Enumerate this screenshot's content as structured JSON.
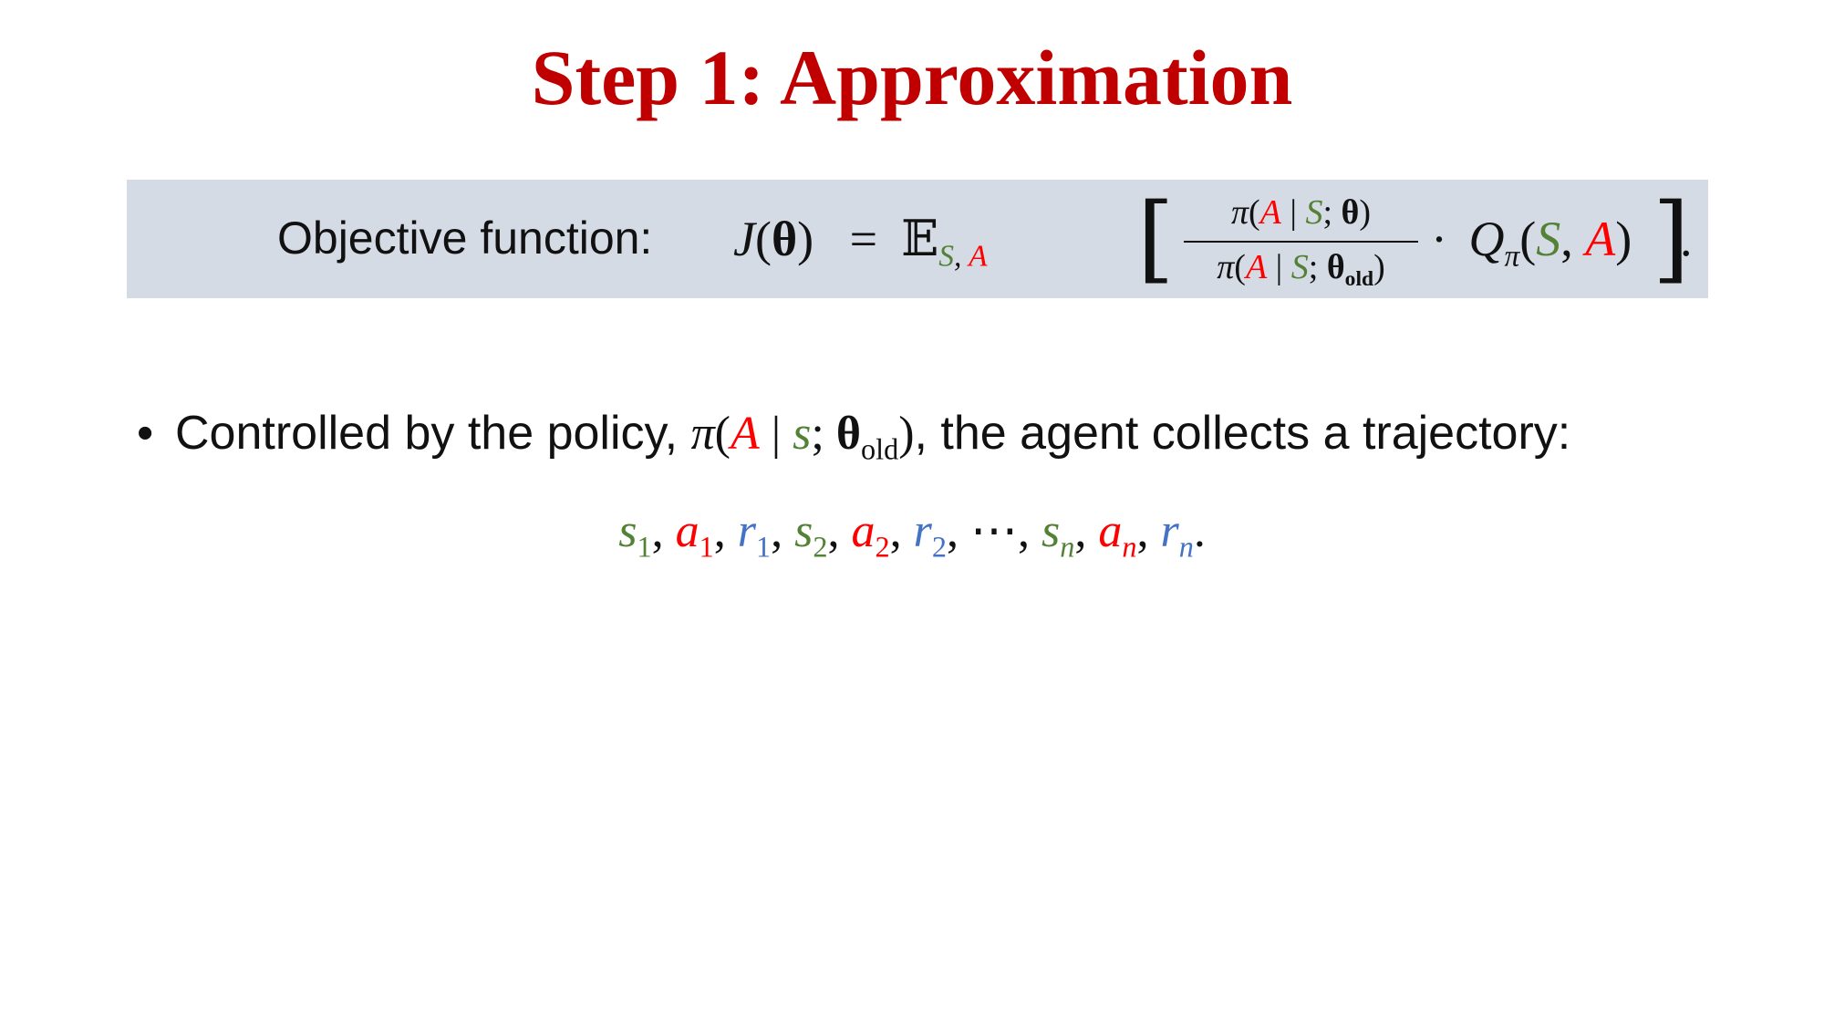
{
  "slide": {
    "title": "Step 1: Approximation"
  },
  "colors": {
    "title": "#c00000",
    "S": "#538135",
    "A": "#ff0000",
    "r": "#4472c4",
    "box_bg": "#d5dbe5",
    "text": "#111111"
  },
  "objective": {
    "label": "Objective function:",
    "J": "J",
    "theta": "θ",
    "equals": "=",
    "E": "𝔼",
    "E_sub_S": "S",
    "E_sub_comma": ",",
    "E_sub_A": "A",
    "left_bracket": "[",
    "right_bracket": "]",
    "pi": "π",
    "A": "A",
    "bar": "|",
    "S": "S",
    "semicolon": ";",
    "old": "old",
    "dot": "·",
    "Q": "Q",
    "Q_sub": "π",
    "comma": ",",
    "period": "."
  },
  "bullet": {
    "marker": "•",
    "text_before": "Controlled by the policy,",
    "pi": "π",
    "A": "A",
    "bar": "|",
    "s": "s",
    "semicolon": ";",
    "theta": "θ",
    "old": "old",
    "text_after": ", the agent collects a trajectory:"
  },
  "trajectory": {
    "s": "s",
    "a": "a",
    "r": "r",
    "sub_1": "1",
    "sub_2": "2",
    "sub_n": "n",
    "comma": ",",
    "ellipsis": "⋯",
    "period": "."
  }
}
